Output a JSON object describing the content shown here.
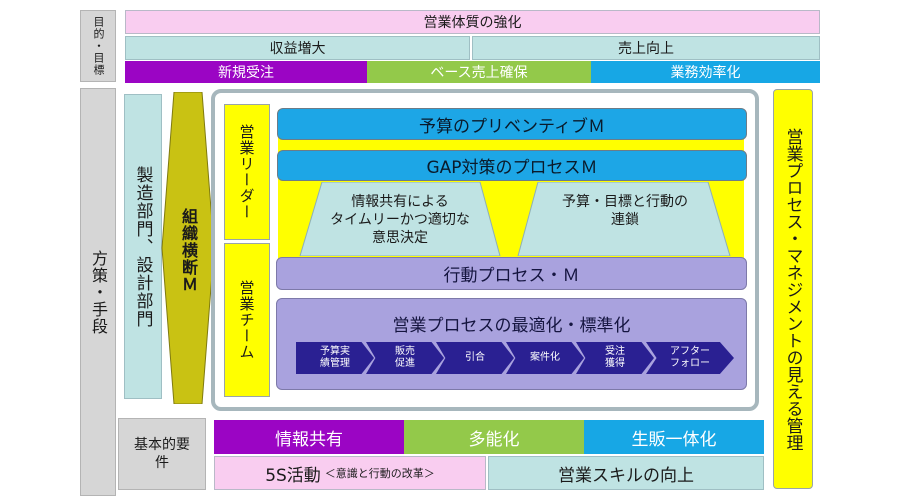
{
  "labels": {
    "goals": "目的・目標",
    "measures": "方策・手段",
    "base": "基本的要件"
  },
  "goals": {
    "top": "営業体質の強化",
    "row2": [
      "収益増大",
      "売上向上"
    ],
    "row3": [
      "新規受注",
      "ベース売上確保",
      "業務効率化"
    ]
  },
  "left": {
    "departments": "製造部門、設計部門",
    "cross_org": "組織横断Ｍ"
  },
  "roles": {
    "leader": "営業リーダー",
    "team": "営業チーム"
  },
  "bars": {
    "budget": "予算のプリベンティブＭ",
    "gap": "GAP対策のプロセスＭ",
    "action": "行動プロセス・Ｍ",
    "optimize": "営業プロセスの最適化・標準化"
  },
  "panels": {
    "left": "情報共有による\nタイムリーかつ適切な\n意思決定",
    "right": "予算・目標と行動の\n連鎖"
  },
  "steps": [
    "予算実\n績管理",
    "販売\n促進",
    "引合",
    "案件化",
    "受注\n獲得",
    "アフター\nフォロー"
  ],
  "right_label": "営業プロセス・マネジメントの見える管理",
  "base": {
    "row1": [
      "情報共有",
      "多能化",
      "生販一体化"
    ],
    "activity_main": "5S活動",
    "activity_sub": "＜意識と行動の改革＞",
    "skill": "営業スキルの向上"
  },
  "colors": {
    "purple": "#9b05c4",
    "green": "#93c94a",
    "blue": "#17a7e5",
    "yellow": "#ffff00",
    "lavender": "#a9a2de",
    "navy": "#2a2092",
    "pink": "#f9cdf0",
    "teal": "#bfe3e3"
  }
}
